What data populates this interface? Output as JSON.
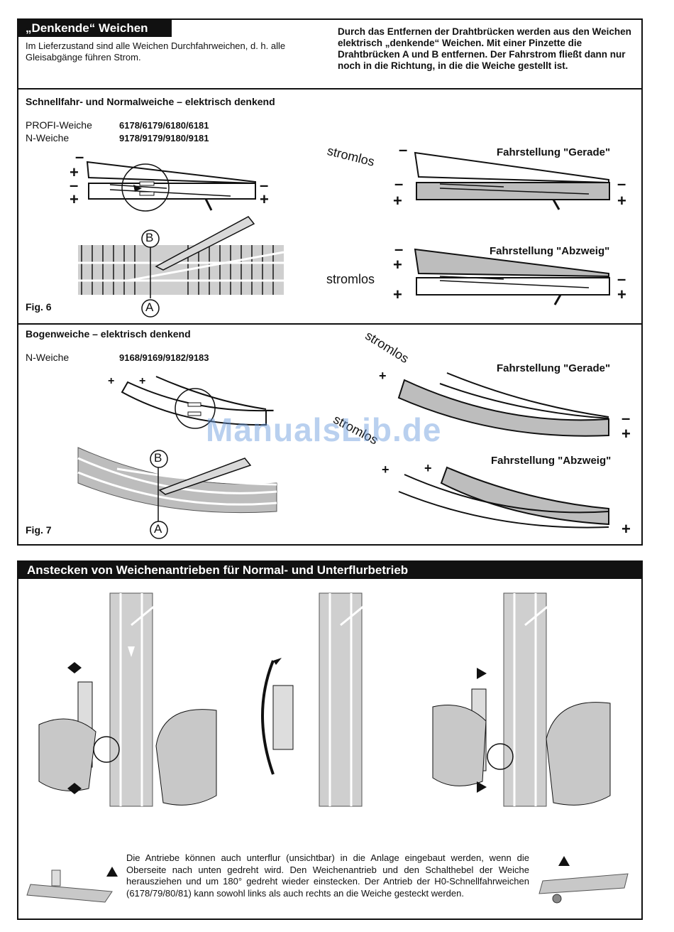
{
  "section1": {
    "title": "„Denkende“ Weichen",
    "intro": "Im Lieferzustand sind alle Weichen Durchfahrweichen, d. h. alle Gleisabgänge führen Strom.",
    "note": "Durch das Entfernen der Drahtbrücken werden aus den Weichen elektrisch „denkende“ Weichen. Mit einer Pinzette die Drahtbrücken A und B entfernen. Der Fahrstrom fließt dann nur noch in die Richtung, in die die Weiche gestellt ist."
  },
  "fig6": {
    "heading": "Schnellfahr- und Normalweiche – elektrisch denkend",
    "profi_label": "PROFI-Weiche",
    "profi_codes": "6178/6179/6180/6181",
    "n_label": "N-Weiche",
    "n_codes": "9178/9179/9180/9181",
    "label": "Fig. 6",
    "gerade": "Fahrstellung \"Gerade\"",
    "abzweig": "Fahrstellung \"Abzweig\"",
    "stromlos": "stromlos",
    "A": "A",
    "B": "B"
  },
  "fig7": {
    "heading": "Bogenweiche – elektrisch denkend",
    "n_label": "N-Weiche",
    "n_codes": "9168/9169/9182/9183",
    "label": "Fig. 7",
    "gerade": "Fahrstellung \"Gerade\"",
    "abzweig": "Fahrstellung \"Abzweig\"",
    "stromlos": "stromlos",
    "A": "A",
    "B": "B"
  },
  "section2": {
    "title": "Anstecken von Weichenantrieben für Normal- und Unterflurbetrieb",
    "footer": "Die Antriebe können auch unterflur (unsichtbar) in die Anlage eingebaut werden, wenn die Oberseite nach unten gedreht wird. Den Weichenantrieb und den Schalthebel der Weiche herausziehen und um 180° gedreht wieder einstecken. Der Antrieb der H0-Schnellfahrweichen (6178/79/80/81) kann sowohl links als auch rechts an die Weiche gesteckt werden."
  },
  "symbols": {
    "plus": "+",
    "minus": "–"
  },
  "watermark": "ManualsLib.de"
}
